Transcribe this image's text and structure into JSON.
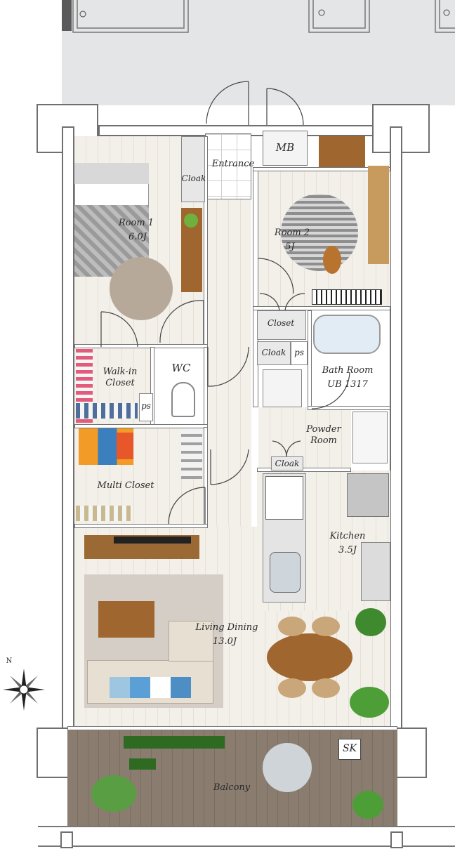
{
  "rooms": {
    "entrance": "Entrance",
    "mb": "MB",
    "cloak_entrance": "Cloak",
    "room1_name": "Room 1",
    "room1_size": "6.0J",
    "room2_name": "Room 2",
    "room2_size": "5J",
    "closet": "Closet",
    "cloak_mid": "Cloak",
    "ps1": "ps",
    "ps2": "ps",
    "walkin": "Walk-in\nCloset",
    "wc": "WC",
    "bath_name": "Bath Room",
    "bath_ub": "UB 1317",
    "powder": "Powder\nRoom",
    "cloak_powder": "Cloak",
    "multi_closet": "Multi Closet",
    "kitchen_name": "Kitchen",
    "kitchen_size": "3.5J",
    "living_name": "Living Dining",
    "living_size": "13.0J",
    "balcony": "Balcony",
    "sk": "SK"
  },
  "compass": {
    "north_label": "N"
  },
  "colors": {
    "wall": "#6f6f6f",
    "floor": "#f3efe9",
    "deck": "#8a7d70",
    "exterior": "#e3e5e6",
    "wood": "#8a5a2b",
    "plant": "#3f8a2e"
  }
}
